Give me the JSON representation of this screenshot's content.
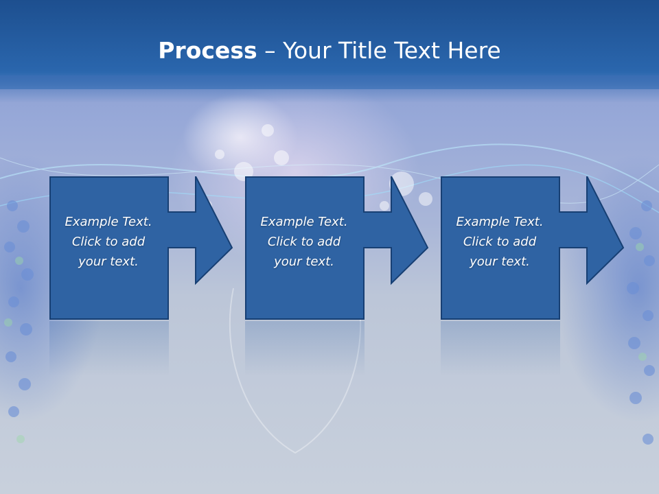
{
  "slide": {
    "title_bold": "Process",
    "title_rest": " – Your Title Text Here"
  },
  "steps": [
    {
      "line1": "Example Text.",
      "line2": "Click  to add",
      "line3": "your text."
    },
    {
      "line1": "Example Text.",
      "line2": "Click  to add",
      "line3": "your text."
    },
    {
      "line1": "Example Text.",
      "line2": "Click  to add",
      "line3": "your text."
    }
  ],
  "colors": {
    "header": "#2a66ad",
    "box_fill": "#2f63a3",
    "box_border": "#173f73",
    "text": "#ffffff"
  }
}
